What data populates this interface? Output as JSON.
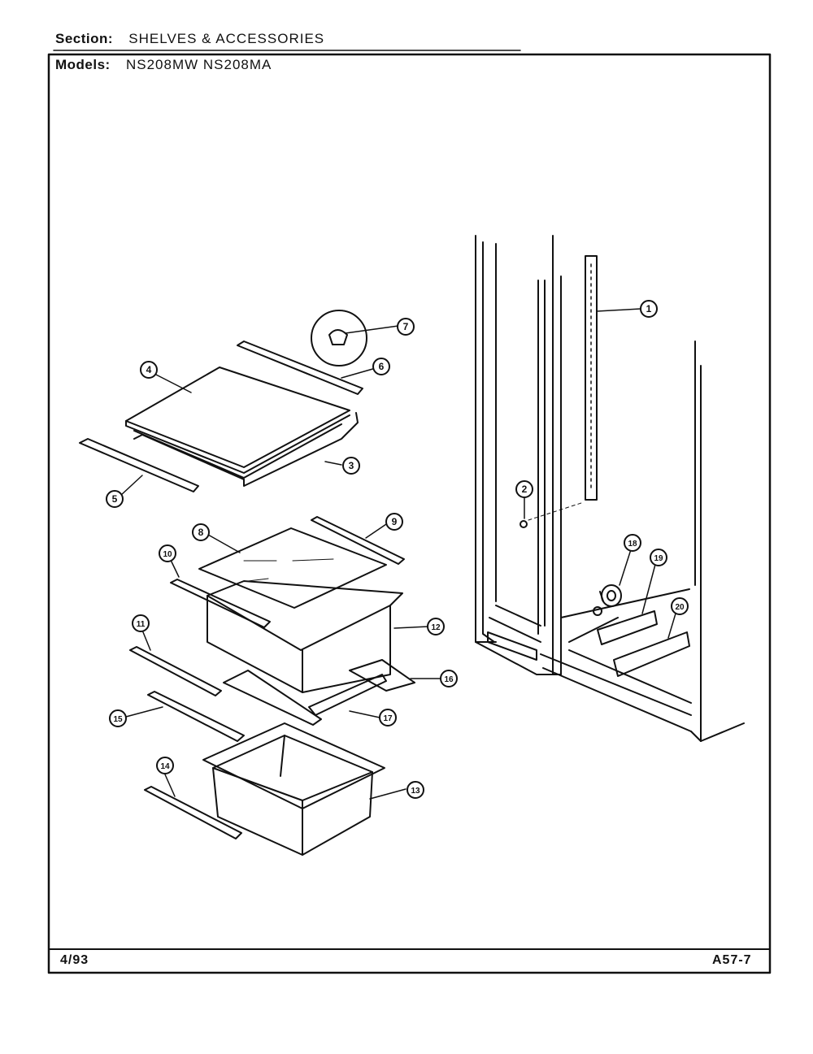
{
  "header": {
    "section_label": "Section:",
    "section_value": "SHELVES & ACCESSORIES",
    "models_label": "Models:",
    "models_value": "NS208MW NS208MA"
  },
  "footer": {
    "date": "4/93",
    "page_code": "A57-7"
  },
  "callouts": [
    "1",
    "2",
    "3",
    "4",
    "5",
    "6",
    "7",
    "8",
    "9",
    "10",
    "11",
    "12",
    "13",
    "14",
    "15",
    "16",
    "17",
    "18",
    "19",
    "20"
  ]
}
